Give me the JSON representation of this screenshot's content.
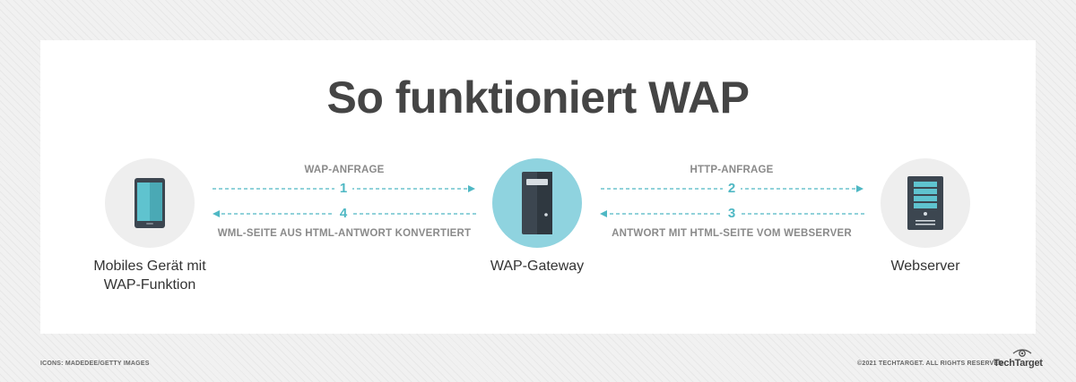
{
  "title": "So funktioniert WAP",
  "nodes": {
    "mobile": {
      "label": "Mobiles Gerät mit\nWAP-Funktion",
      "icon": "smartphone-icon"
    },
    "gateway": {
      "label": "WAP-Gateway",
      "icon": "gateway-tower-icon"
    },
    "webserver": {
      "label": "Webserver",
      "icon": "server-rack-icon"
    }
  },
  "flows": [
    {
      "step": "1",
      "label": "WAP-ANFRAGE",
      "direction": "mobile-to-gateway"
    },
    {
      "step": "4",
      "label": "WML-SEITE AUS HTML-ANTWORT KONVERTIERT",
      "direction": "gateway-to-mobile"
    },
    {
      "step": "2",
      "label": "HTTP-ANFRAGE",
      "direction": "gateway-to-webserver"
    },
    {
      "step": "3",
      "label": "ANTWORT MIT HTML-SEITE VOM WEBSERVER",
      "direction": "webserver-to-gateway"
    }
  ],
  "footer": {
    "credit": "ICONS: MADEDEE/GETTY IMAGES",
    "copyright": "©2021 TECHTARGET. ALL RIGHTS RESERVED",
    "brand": "TechTarget"
  },
  "colors": {
    "accent": "#4fb8c4",
    "gateway_circle": "#8fd3df",
    "node_circle": "#eeeeee",
    "title": "#454545"
  }
}
